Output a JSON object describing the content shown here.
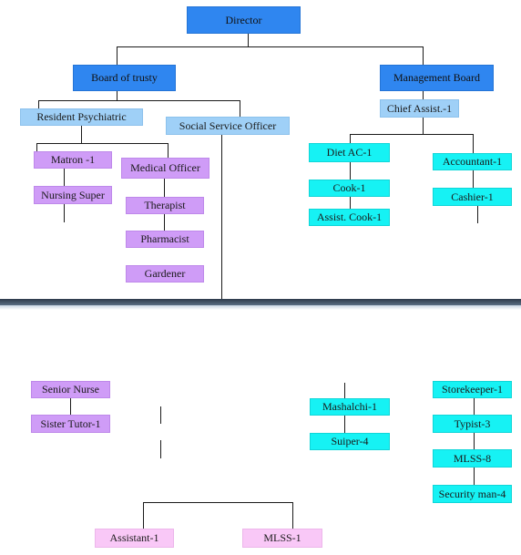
{
  "title": "",
  "top": {
    "director": "Director",
    "board_of_trusty": "Board of trusty",
    "management_board": "Management Board",
    "resident_psychiatric": "Resident Psychiatric",
    "social_service_officer": "Social Service Officer",
    "chief_assist": "Chief Assist.-1",
    "matron": "Matron -1",
    "medical_officer": "Medical Officer",
    "nursing_super": "Nursing Super",
    "therapist": "Therapist",
    "pharmacist": "Pharmacist",
    "gardener": "Gardener",
    "diet_ac": "Diet AC-1",
    "cook": "Cook-1",
    "assist_cook": "Assist. Cook-1",
    "accountant": "Accountant-1",
    "cashier": "Cashier-1"
  },
  "bottom": {
    "senior_nurse": "Senior Nurse",
    "sister_tutor": "Sister Tutor-1",
    "mashalchi": "Mashalchi-1",
    "suiper": "Suiper-4",
    "storekeeper": "Storekeeper-1",
    "typist": "Typist-3",
    "mlss_8": "MLSS-8",
    "security_man": "Security man-4",
    "assistant": "Assistant-1",
    "mlss_1": "MLSS-1"
  },
  "colors": {
    "director_fill": "#2f86f0",
    "resident_fill": "#9fd0f7",
    "staff_fill": "#cf9cf7",
    "admin_fill": "#16f2f4",
    "assistant_fill": "#f9c8f7"
  }
}
